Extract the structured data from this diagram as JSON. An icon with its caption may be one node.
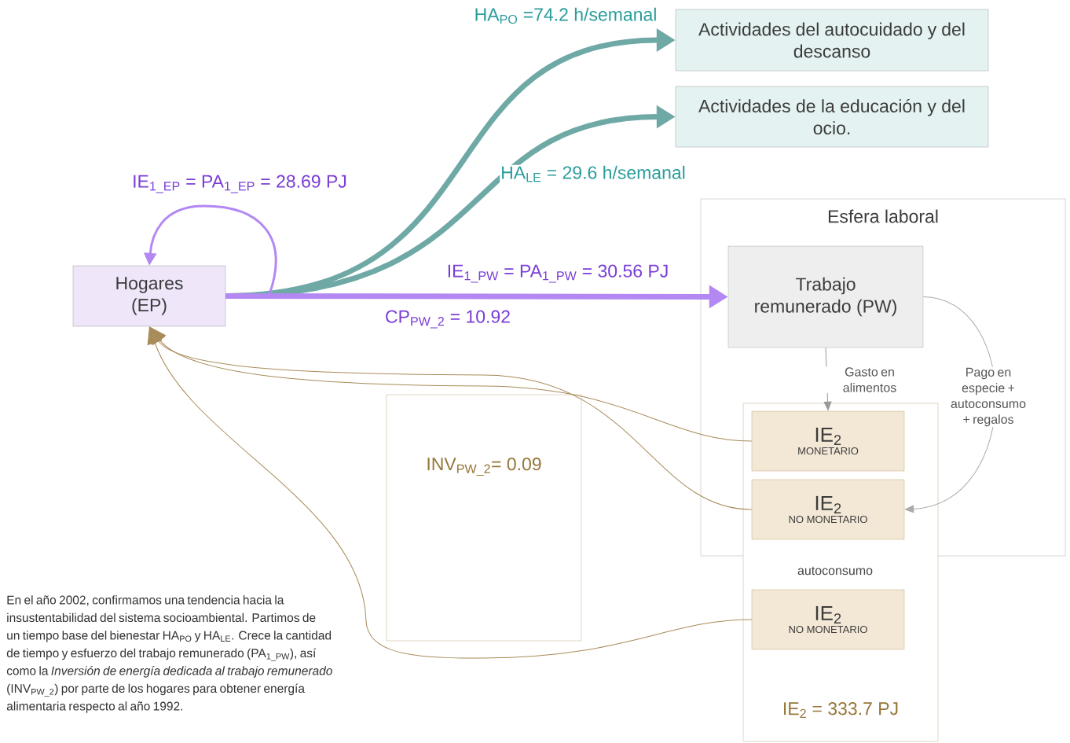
{
  "diagram": {
    "nodes": [
      {
        "text": [
          "Hogares (EP)"
        ]
      },
      {
        "text": [
          "Actividades del autocuidado y del descanso"
        ]
      },
      {
        "text": [
          "Actividades de la educación y del ocio."
        ]
      },
      {
        "text": [
          "Esfera laboral"
        ]
      },
      {
        "text": [
          "Trabajo remunerado (PW)"
        ],
        "in": 3
      },
      {
        "text": [
          "IE$_{2}$ = 333.7 PJ"
        ]
      },
      {
        "text": [
          "IE$_{2}$",
          "MONETARIO"
        ]
      },
      {
        "text": [
          "IE$_{2}$",
          "NO MONETARIO"
        ]
      },
      {
        "text": [
          "IE$_{2}$",
          "NO MONETARIO"
        ],
        "in": 5
      },
      {
        "text": [
          "INV$_{PW_2}$= 0.09"
        ]
      }
    ],
    "edges": [
      {
        "from": 0,
        "to": 1,
        "arrow": "to",
        "label": "HA$_{PO}$ =74.2 h/semanal",
        "style": "thick",
        "color": "#6fa9a6"
      },
      {
        "from": 0,
        "to": 2,
        "arrow": "to",
        "label": "HA$_{LE}$ = 29.6 h/semanal",
        "style": "thick",
        "color": "#6fa9a6"
      },
      {
        "from": 0,
        "to": 0,
        "arrow": "to",
        "label": "IE$_{1_EP}$ = PA$_{1_EP}$ = 28.69 PJ",
        "color": "#b388f2"
      },
      {
        "from": 0,
        "to": 4,
        "arrow": "to",
        "label": "IE$_{1_PW}$ = PA$_{1_PW}$ = 30.56 PJ",
        "style": "thick",
        "color": "#b388f2"
      },
      {
        "from": 4,
        "to": 6,
        "arrow": "to",
        "label": "Gasto en alimentos",
        "color": "#999999"
      },
      {
        "from": 4,
        "to": 7,
        "arrow": "to",
        "label": "Pago en especie + autoconsumo + regalos",
        "color": "#aaaaaa"
      },
      {
        "from": 6,
        "to": 0,
        "arrow": "to",
        "color": "#a88c5a"
      },
      {
        "from": 7,
        "to": 0,
        "arrow": "to",
        "color": "#a88c5a"
      },
      {
        "from": 8,
        "to": 0,
        "arrow": "to",
        "color": "#a88c5a"
      }
    ],
    "labels": [
      "CP$_{PW_2}$ =  10.92",
      "autoconsumo",
      "En el año 2002, confirmamos una tendencia hacia la insustentabilidad del sistema socioambiental. Partimos de un tiempo base del bienestar HA$_{PO}$ y HA$_{LE}$. Crece la cantidad de tiempo y esfuerzo del trabajo remunerado (PA$_{1_PW}$), así como la *Inversión de energía dedicada al trabajo remunerado* (INV$_{PW_2}$) por parte de los hogares para obtener energía alimentaria respecto al año 1992."
    ]
  }
}
